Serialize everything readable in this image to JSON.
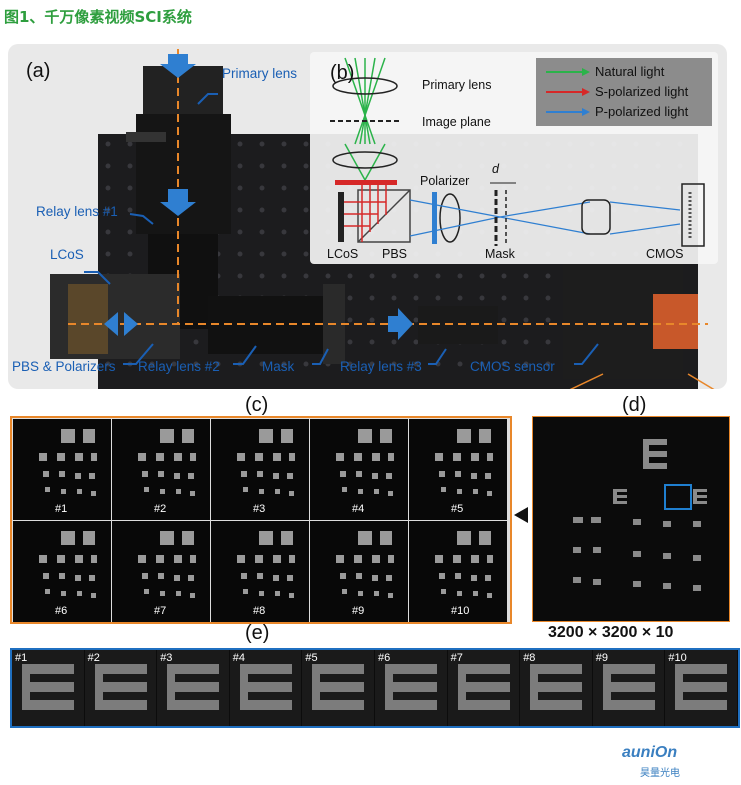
{
  "title": "图1、千万像素视频SCI系统",
  "panels": {
    "a": "(a)",
    "b": "(b)",
    "c": "(c)",
    "d": "(d)",
    "e": "(e)"
  },
  "setup_labels": {
    "primary_lens": "Primary lens",
    "relay_lens_1": "Relay lens #1",
    "lcos": "LCoS",
    "pbs_polarizers": "PBS & Polarizers",
    "relay_lens_2": "Relay lens #2",
    "mask": "Mask",
    "relay_lens_3": "Relay lens #3",
    "cmos_sensor": "CMOS sensor"
  },
  "diagram_labels": {
    "primary_lens": "Primary lens",
    "image_plane": "Image plane",
    "polarizer": "Polarizer",
    "d": "d",
    "lcos": "LCoS",
    "pbs": "PBS",
    "mask": "Mask",
    "cmos": "CMOS"
  },
  "legend": [
    {
      "label": "Natural light",
      "color": "#2bb34a"
    },
    {
      "label": "S-polarized light",
      "color": "#d62828"
    },
    {
      "label": "P-polarized light",
      "color": "#2f7fd1"
    }
  ],
  "frames_c": [
    "#1",
    "#2",
    "#3",
    "#4",
    "#5",
    "#6",
    "#7",
    "#8",
    "#9",
    "#10"
  ],
  "frames_e": [
    "#1",
    "#2",
    "#3",
    "#4",
    "#5",
    "#6",
    "#7",
    "#8",
    "#9",
    "#10"
  ],
  "resolution": "3200 × 3200 × 10",
  "watermark": {
    "cn": "昊量光电",
    "en": "auniOn"
  },
  "colors": {
    "title": "#2e9e3e",
    "accent_blue": "#1a5fb4",
    "orange": "#e8872a",
    "c_border": "#e8872a",
    "e_border": "#1f6fc0"
  }
}
